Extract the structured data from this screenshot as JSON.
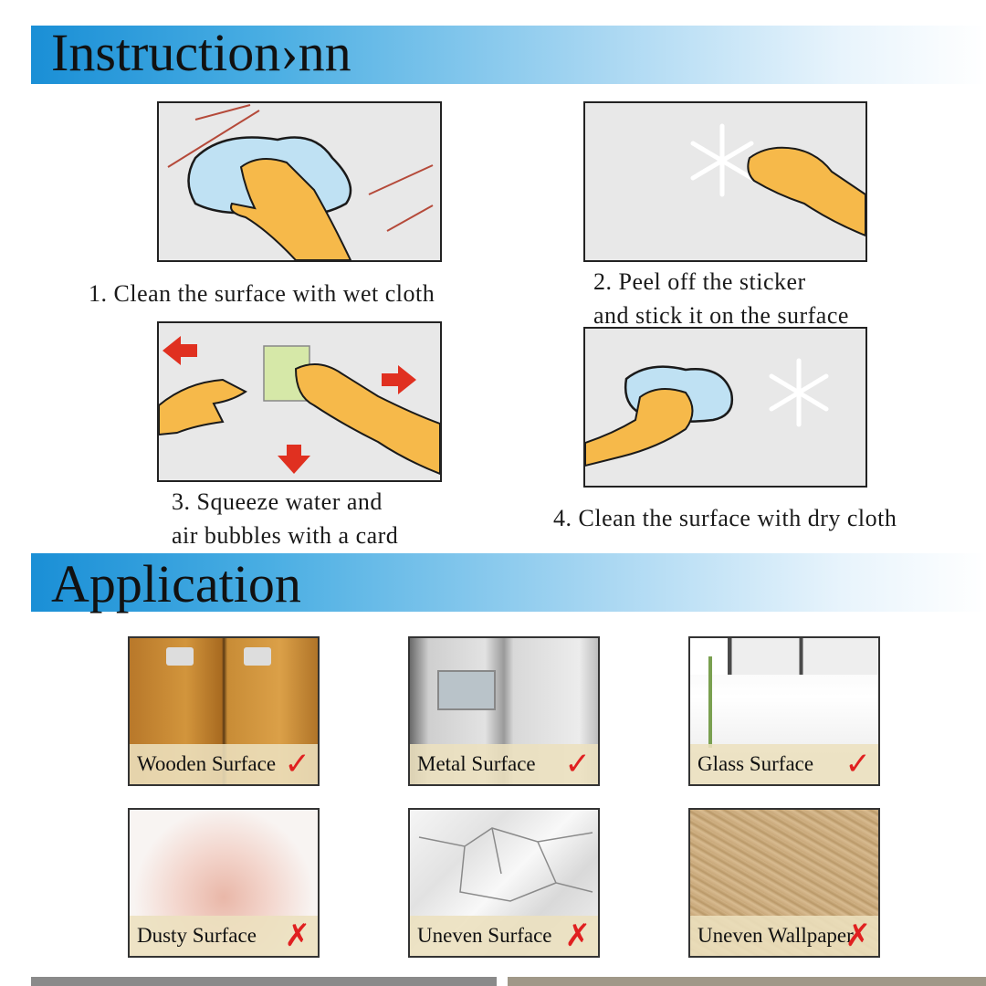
{
  "instruction": {
    "title": "Instruction›nn",
    "steps": [
      {
        "caption": "1. Clean the surface with wet cloth"
      },
      {
        "caption": "2. Peel off the sticker",
        "caption2": "and stick it on the surface"
      },
      {
        "caption": "3. Squeeze water and",
        "caption2": "air bubbles with a card"
      },
      {
        "caption": "4. Clean the surface with dry cloth"
      }
    ]
  },
  "application": {
    "title": "Application",
    "surfaces": [
      {
        "label": "Wooden Surface",
        "status": "check-icon"
      },
      {
        "label": "Metal Surface",
        "status": "check-icon"
      },
      {
        "label": "Glass Surface",
        "status": "check-icon"
      },
      {
        "label": "Dusty Surface",
        "status": "cross-icon"
      },
      {
        "label": "Uneven Surface",
        "status": "cross-icon"
      },
      {
        "label": "Uneven Wallpaper",
        "status": "cross-icon"
      }
    ]
  },
  "colors": {
    "banner": "#1a8fd6",
    "check": "#e02020",
    "cross": "#e02020",
    "hand": "#f6b94a",
    "arrow": "#e03020"
  }
}
